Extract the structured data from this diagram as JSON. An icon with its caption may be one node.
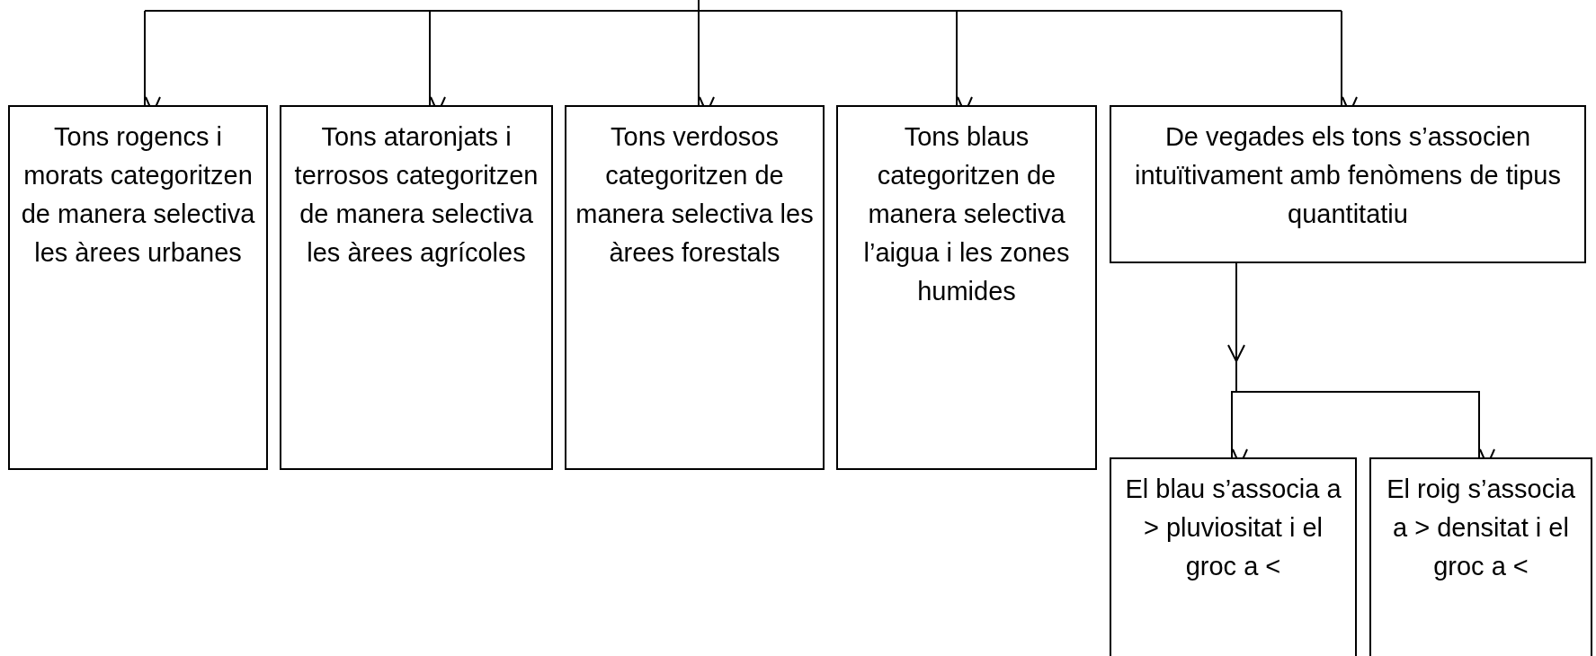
{
  "diagram": {
    "nodes": [
      {
        "text": [
          "Tons rogencs i morats categoritzen de manera selectiva les àrees urbanes"
        ]
      },
      {
        "text": [
          "Tons ataronjats i terrosos categoritzen de manera selectiva les àrees agrícoles"
        ]
      },
      {
        "text": [
          "Tons verdosos categoritzen de manera selectiva les àrees forestals"
        ]
      },
      {
        "text": [
          "Tons blaus categoritzen de manera selectiva l’aigua i les zones humides"
        ]
      },
      {
        "text": [
          "De vegades els tons s’associen intuïtivament amb fenòmens de tipus quantitatiu"
        ]
      },
      {
        "text": [
          "El blau s’associa a > pluviositat i el groc a <"
        ]
      },
      {
        "text": [
          "El roig s’associa a > densitat i el groc a <"
        ]
      }
    ],
    "edges": [
      {
        "from": null,
        "to": 0,
        "arrow": "to"
      },
      {
        "from": null,
        "to": 1,
        "arrow": "to"
      },
      {
        "from": null,
        "to": 2,
        "arrow": "to"
      },
      {
        "from": null,
        "to": 3,
        "arrow": "to"
      },
      {
        "from": null,
        "to": 4,
        "arrow": "to"
      },
      {
        "from": 4,
        "to": 5,
        "arrow": "to"
      },
      {
        "from": 4,
        "to": 6,
        "arrow": "to"
      }
    ]
  }
}
